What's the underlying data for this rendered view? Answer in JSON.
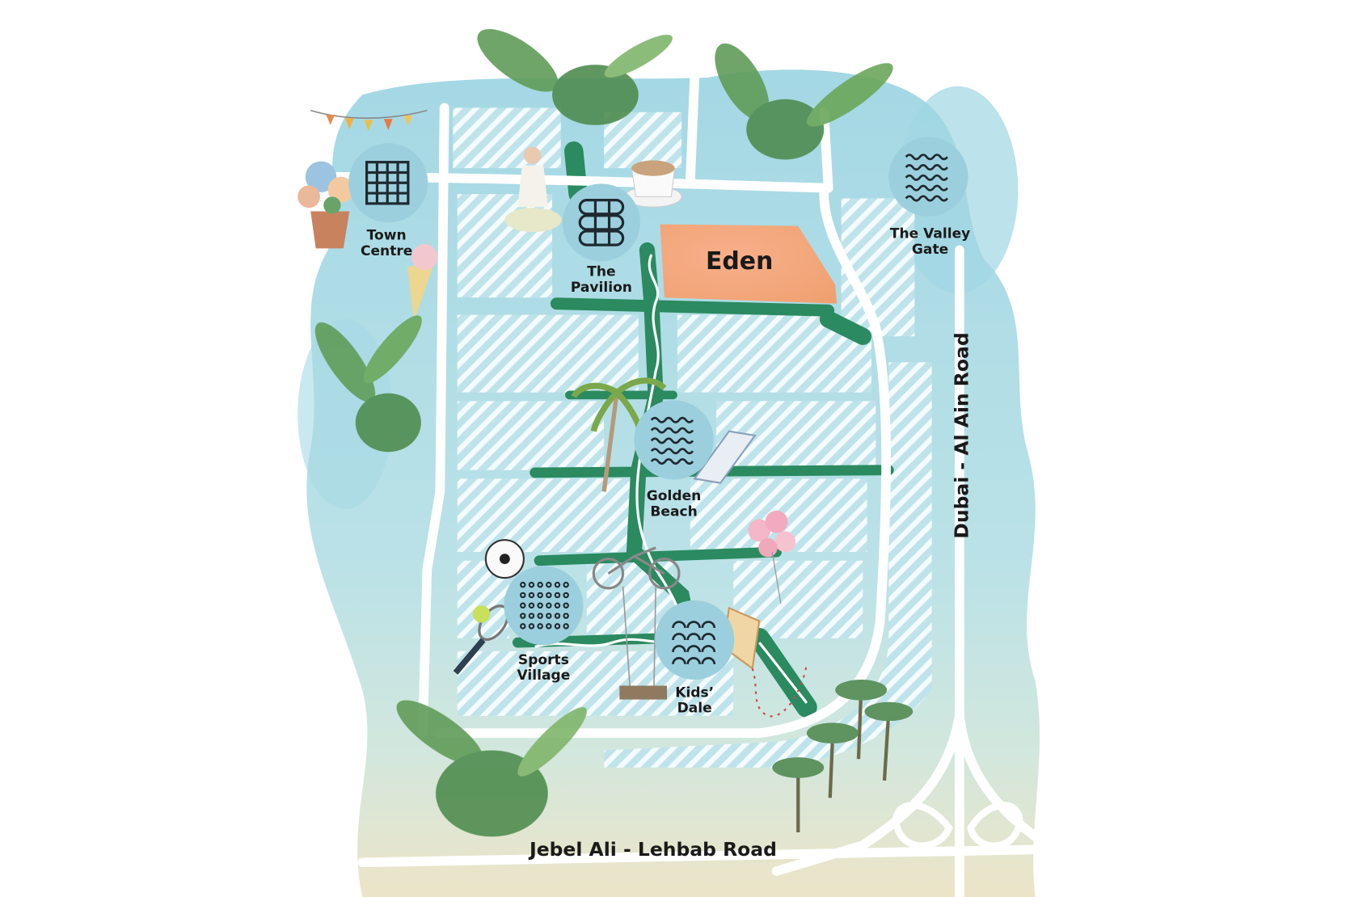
{
  "development": {
    "name": "Eden",
    "color": "#f2a37c"
  },
  "places": [
    {
      "id": "town-centre",
      "line1": "Town",
      "line2": "Centre",
      "icon": "grid-icon"
    },
    {
      "id": "the-pavilion",
      "line1": "The",
      "line2": "Pavilion",
      "icon": "cylinders-icon"
    },
    {
      "id": "the-valley-gate",
      "line1": "The Valley",
      "line2": "Gate",
      "icon": "waves-icon"
    },
    {
      "id": "golden-beach",
      "line1": "Golden",
      "line2": "Beach",
      "icon": "waves-icon"
    },
    {
      "id": "sports-village",
      "line1": "Sports",
      "line2": "Village",
      "icon": "dots-icon"
    },
    {
      "id": "kids-dale",
      "line1": "Kids’",
      "line2": "Dale",
      "icon": "arches-icon"
    }
  ],
  "roads": {
    "bottom": "Jebel Ali - Lehbab Road",
    "right": "Dubai - Al Ain Road"
  },
  "colors": {
    "water": "#a9d9e4",
    "path": "#2b8a60",
    "badge": "#9ccfdd",
    "sand": "#e9e2c2"
  }
}
